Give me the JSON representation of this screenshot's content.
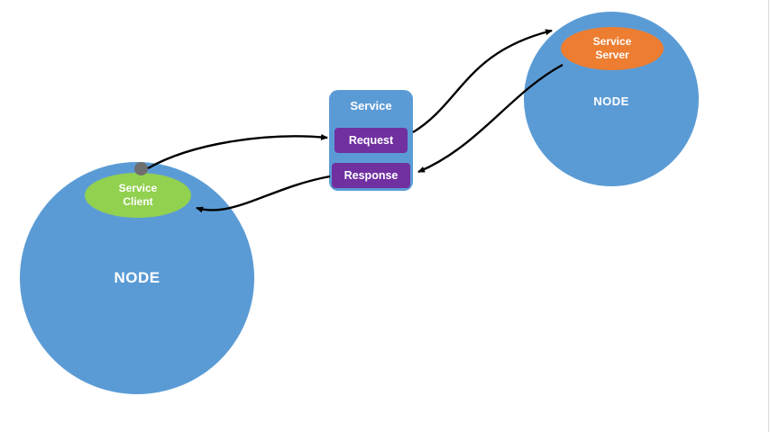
{
  "diagram": {
    "title_hint": "ROS service communication diagram",
    "left_node": {
      "label": "NODE",
      "color": "#5b9bd5"
    },
    "right_node": {
      "label": "NODE",
      "color": "#5b9bd5"
    },
    "service_client": {
      "line1": "Service",
      "line2": "Client",
      "color": "#92d050"
    },
    "service_server": {
      "line1": "Service",
      "line2": "Server",
      "color": "#ed7d31"
    },
    "service_box": {
      "title": "Service",
      "request_label": "Request",
      "response_label": "Response",
      "box_color": "#5b9bd5",
      "inner_color": "#7030a0"
    },
    "connection_dot_color": "#6e6e6e",
    "arrow_color": "#000000",
    "arrows": [
      {
        "name": "client-to-request",
        "from": "service-client-dot",
        "to": "request-box"
      },
      {
        "name": "request-to-server",
        "from": "request-box",
        "to": "service-server"
      },
      {
        "name": "server-to-response",
        "from": "service-server",
        "to": "response-box"
      },
      {
        "name": "response-to-client",
        "from": "response-box",
        "to": "service-client"
      }
    ]
  }
}
